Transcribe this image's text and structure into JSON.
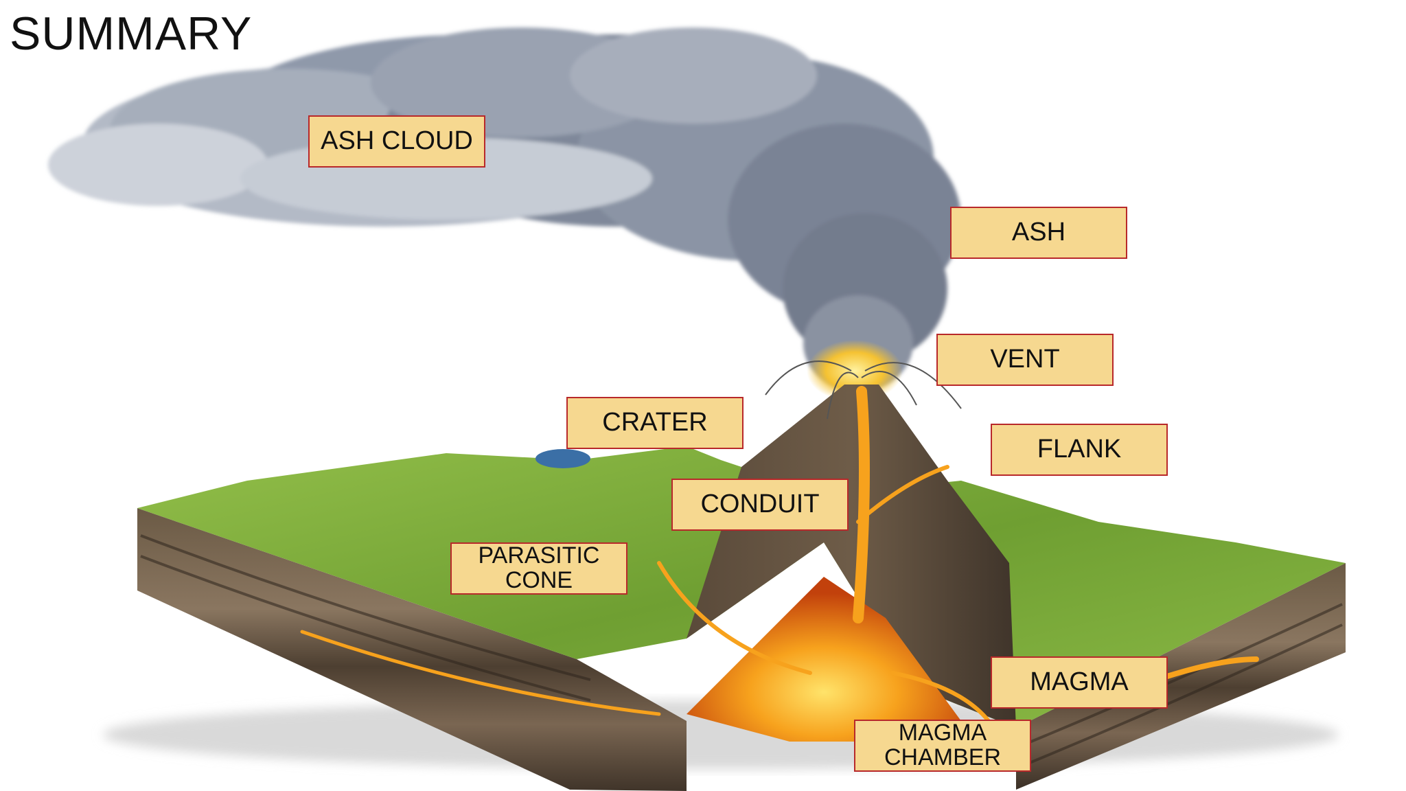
{
  "title": "SUMMARY",
  "labels": {
    "ash_cloud": "ASH CLOUD",
    "ash": "ASH",
    "vent": "VENT",
    "crater": "CRATER",
    "flank": "FLANK",
    "conduit": "CONDUIT",
    "parasitic_cone": "PARASITIC\nCONE",
    "magma": "MAGMA",
    "magma_chamber": "MAGMA\nCHAMBER"
  },
  "colors": {
    "label_fill": "#f6d890",
    "label_border": "#b8282a",
    "grass": "#7fae3a",
    "rock": "#5b4a38",
    "lava": "#f5a623",
    "ash": "#7d8798"
  }
}
